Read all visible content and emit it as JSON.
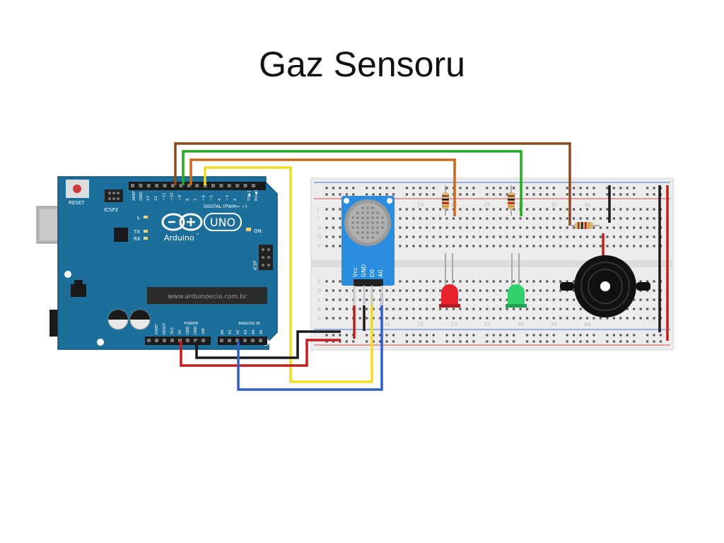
{
  "title": "Gaz Sensoru",
  "arduino": {
    "logo_text": "UNO",
    "brand": "Arduino",
    "tm": "™",
    "url": "www.arduinoecia.com.br",
    "labels": {
      "reset": "RESET",
      "icsp2": "ICSP2",
      "icsp": "ICSP",
      "digital": "DIGITAL (PWM= ~)",
      "power": "POWER",
      "analog_in": "ANALOG IN",
      "on": "ON",
      "l": "L",
      "tx": "TX",
      "rx": "RX",
      "aref": "AREF",
      "gnd": "GND",
      "txd": "TX▶1",
      "rxd": "RX◀0",
      "ioref": "IOREF",
      "reset_pin": "RESET",
      "v3": "3V3",
      "v5": "5V",
      "gnd1": "GND",
      "gnd2": "GND",
      "vin": "VIN"
    },
    "digital_pins": [
      "13",
      "12",
      "~11",
      "~10",
      "~9",
      "8",
      "7",
      "~6",
      "~5",
      "4",
      "~3",
      "2"
    ],
    "analog_pins": [
      "A0",
      "A1",
      "A2",
      "A3",
      "A4",
      "A5"
    ]
  },
  "sensor": {
    "pins": [
      "Vcc",
      "GND",
      "D0",
      "A0"
    ]
  },
  "breadboard": {
    "row_letters": [
      "A",
      "B",
      "C",
      "D",
      "E",
      "F",
      "G",
      "H",
      "I",
      "J"
    ],
    "col_numbers": [
      "10",
      "15",
      "20",
      "25",
      "30",
      "35",
      "40"
    ]
  },
  "wire_colors": {
    "brown": "#8a4a1c",
    "green": "#22aa22",
    "orange": "#c8691e",
    "yellow": "#f2dc1f",
    "red": "#c41d1d",
    "black": "#1a1a1a",
    "blue": "#2f5fc4"
  },
  "components": {
    "led_red": "#e8232a",
    "led_green": "#2fd16a",
    "board_color": "#1c6f9a",
    "sensor_color": "#2a8de0",
    "buzzer_color": "#111111"
  }
}
